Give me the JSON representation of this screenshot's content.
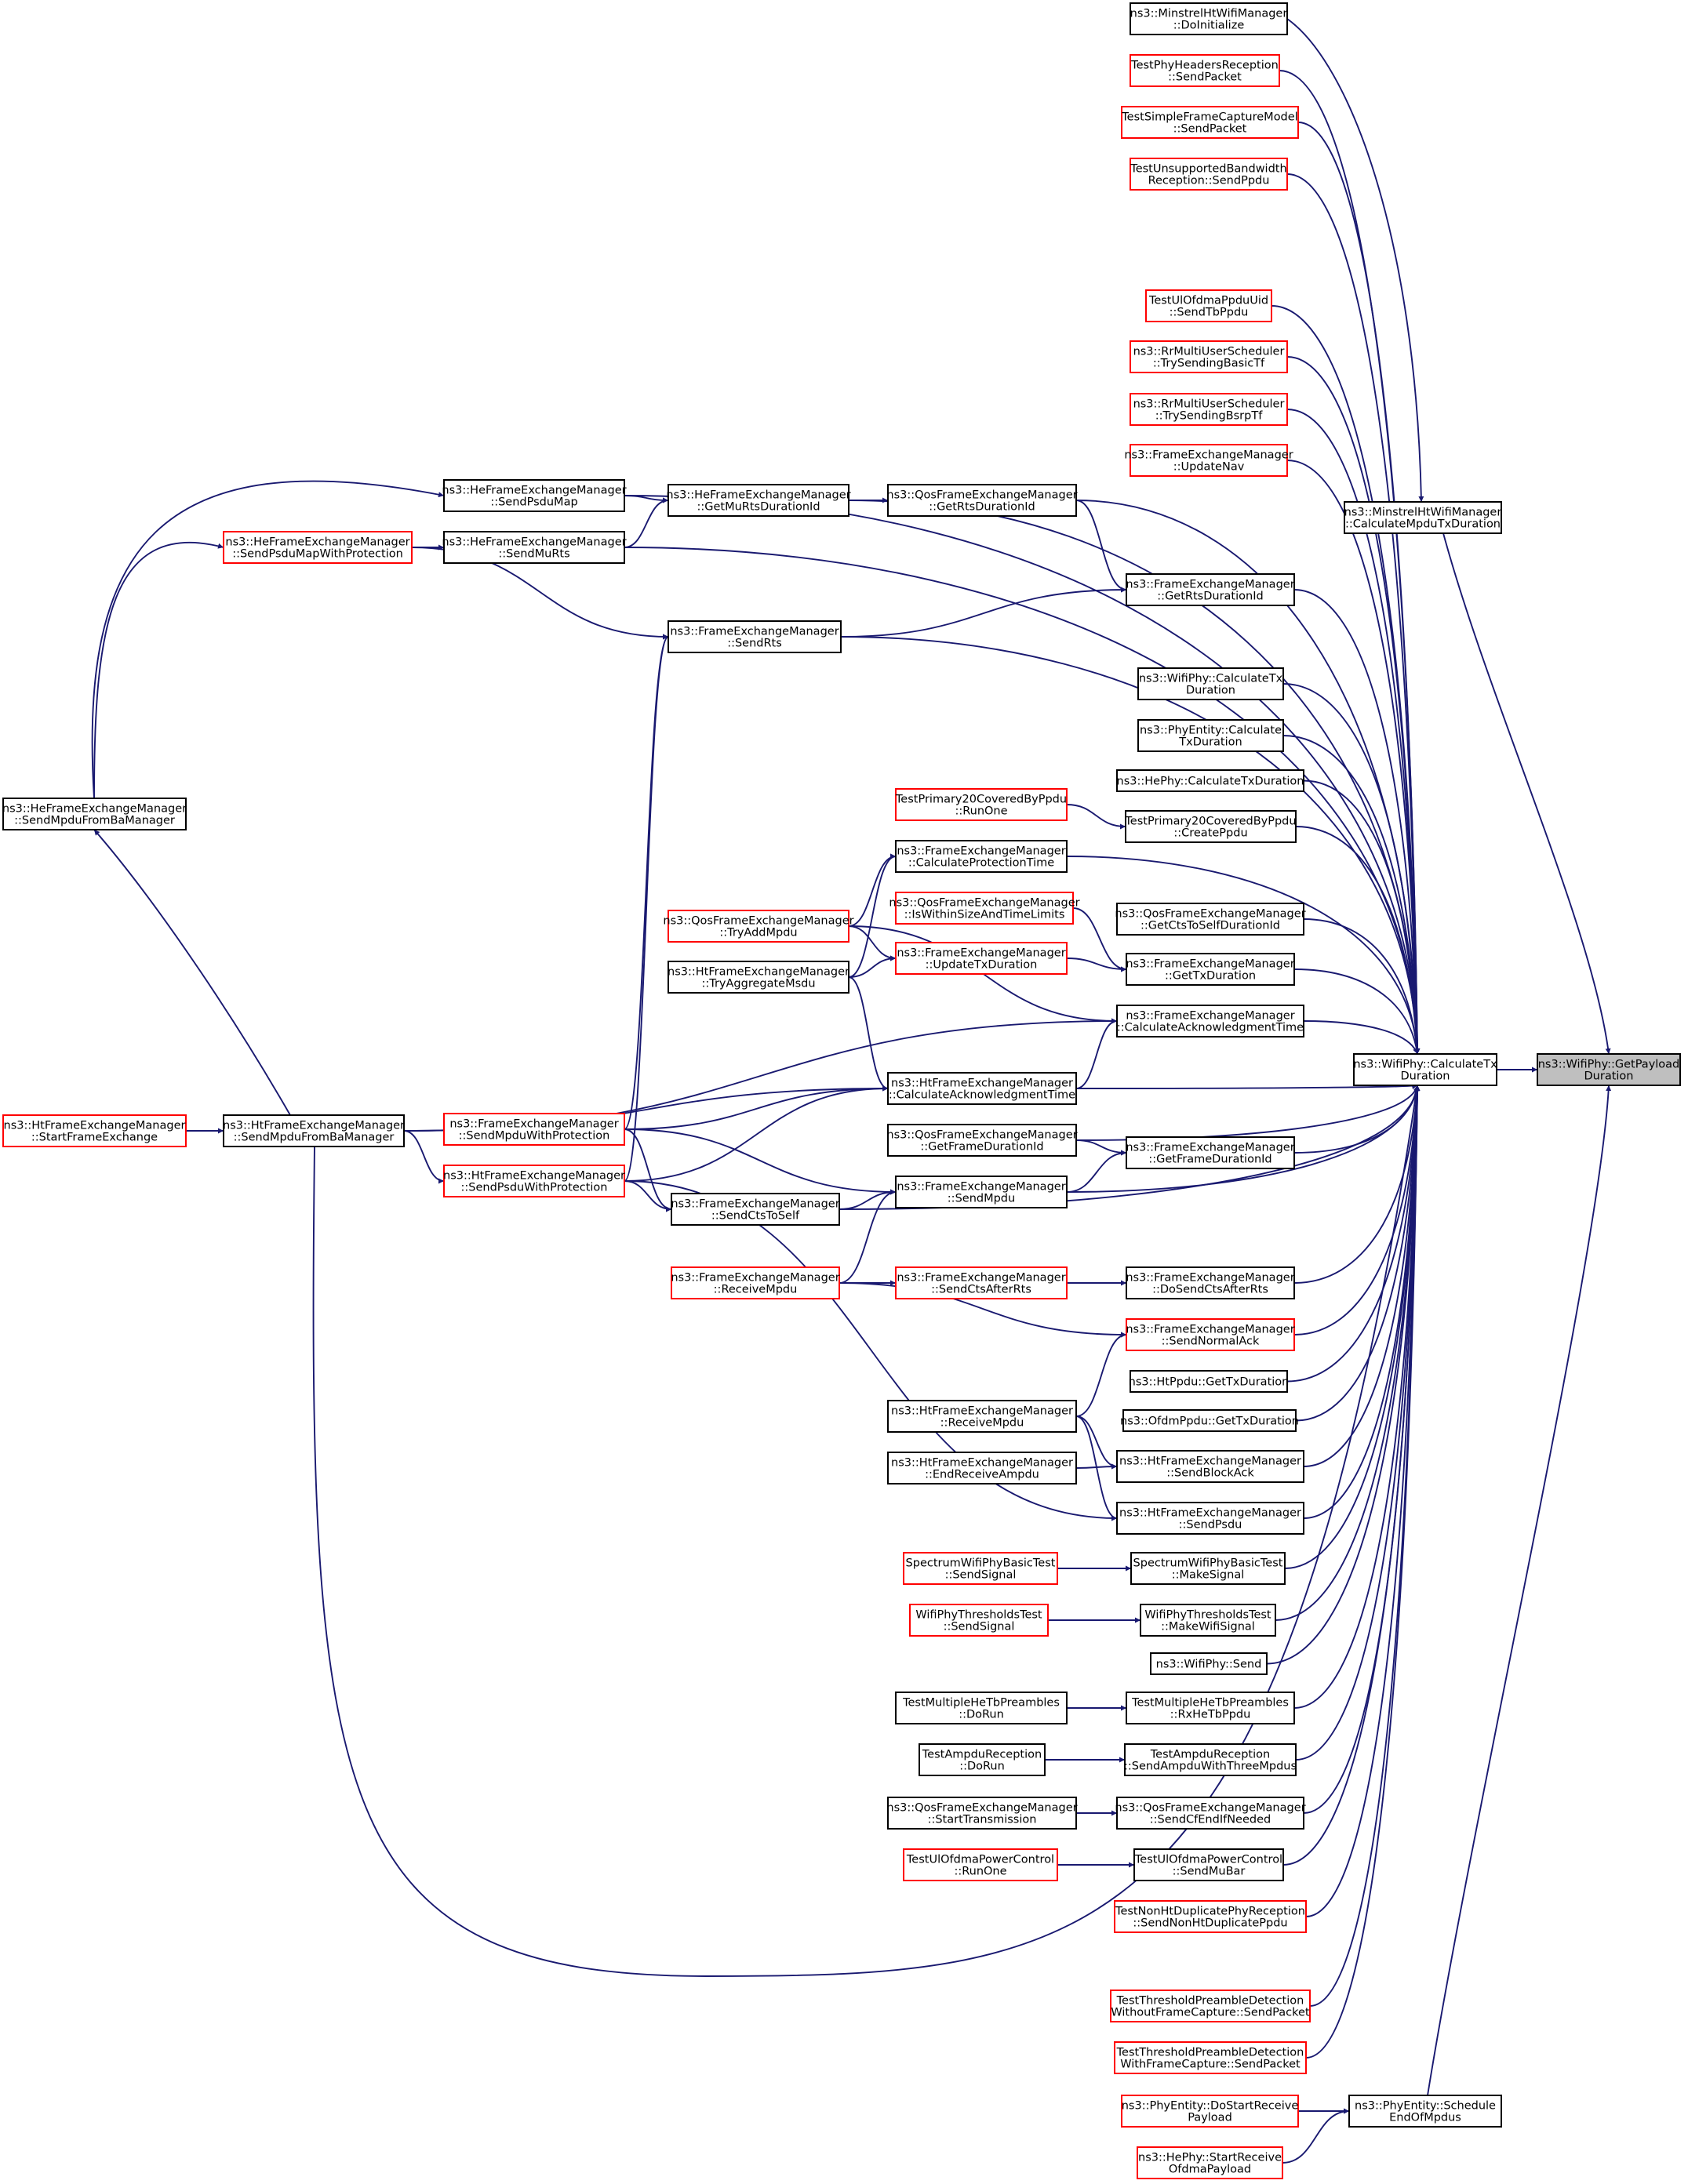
{
  "title": "",
  "colors": {
    "edge": "#191970",
    "node_border_black": "#000000",
    "node_border_red": "#ff0000",
    "root_fill": "#bfbfbf"
  },
  "nodes": [
    {
      "id": "root",
      "lines": [
        "ns3::WifiPhy::GetPayload",
        "Duration"
      ],
      "border": "root"
    },
    {
      "id": "calcTx",
      "lines": [
        "ns3::WifiPhy::CalculateTx",
        "Duration"
      ],
      "border": "black"
    },
    {
      "id": "minDoInit",
      "lines": [
        "ns3::MinstrelHtWifiManager",
        "::DoInitialize"
      ],
      "border": "black"
    },
    {
      "id": "minCalc",
      "lines": [
        "ns3::MinstrelHtWifiManager",
        "::CalculateMpduTxDuration"
      ],
      "border": "black"
    },
    {
      "id": "phyHeaders",
      "lines": [
        "TestPhyHeadersReception",
        "::SendPacket"
      ],
      "border": "red"
    },
    {
      "id": "simpleCapture",
      "lines": [
        "TestSimpleFrameCaptureModel",
        "::SendPacket"
      ],
      "border": "red"
    },
    {
      "id": "unsupBw",
      "lines": [
        "TestUnsupportedBandwidth",
        "Reception::SendPpdu"
      ],
      "border": "red"
    },
    {
      "id": "ulOfdmaUid",
      "lines": [
        "TestUlOfdmaPpduUid",
        "::SendTbPpdu"
      ],
      "border": "red"
    },
    {
      "id": "rrBasicTf",
      "lines": [
        "ns3::RrMultiUserScheduler",
        "::TrySendingBasicTf"
      ],
      "border": "red"
    },
    {
      "id": "rrBsrpTf",
      "lines": [
        "ns3::RrMultiUserScheduler",
        "::TrySendingBsrpTf"
      ],
      "border": "red"
    },
    {
      "id": "updateNav",
      "lines": [
        "ns3::FrameExchangeManager",
        "::UpdateNav"
      ],
      "border": "red"
    },
    {
      "id": "heSendPsduMap",
      "lines": [
        "ns3::HeFrameExchangeManager",
        "::SendPsduMap"
      ],
      "border": "black"
    },
    {
      "id": "heGetMuRts",
      "lines": [
        "ns3::HeFrameExchangeManager",
        "::GetMuRtsDurationId"
      ],
      "border": "black"
    },
    {
      "id": "qosGetRts",
      "lines": [
        "ns3::QosFrameExchangeManager",
        "::GetRtsDurationId"
      ],
      "border": "black"
    },
    {
      "id": "heSendPsduMapProt",
      "lines": [
        "ns3::HeFrameExchangeManager",
        "::SendPsduMapWithProtection"
      ],
      "border": "red"
    },
    {
      "id": "heSendMuRts",
      "lines": [
        "ns3::HeFrameExchangeManager",
        "::SendMuRts"
      ],
      "border": "black"
    },
    {
      "id": "femGetRts",
      "lines": [
        "ns3::FrameExchangeManager",
        "::GetRtsDurationId"
      ],
      "border": "black"
    },
    {
      "id": "femSendRts",
      "lines": [
        "ns3::FrameExchangeManager",
        "::SendRts"
      ],
      "border": "black"
    },
    {
      "id": "wifiPhyCalc",
      "lines": [
        "ns3::WifiPhy::CalculateTx",
        "Duration"
      ],
      "border": "black"
    },
    {
      "id": "phyEntityCalc",
      "lines": [
        "ns3::PhyEntity::Calculate",
        "TxDuration"
      ],
      "border": "black"
    },
    {
      "id": "hePhyCalc",
      "lines": [
        "ns3::HePhy::CalculateTxDuration"
      ],
      "border": "black"
    },
    {
      "id": "primRunOne",
      "lines": [
        "TestPrimary20CoveredByPpdu",
        "::RunOne"
      ],
      "border": "red"
    },
    {
      "id": "primCreate",
      "lines": [
        "TestPrimary20CoveredByPpdu",
        "::CreatePpdu"
      ],
      "border": "black"
    },
    {
      "id": "heSendMpduFromBa",
      "lines": [
        "ns3::HeFrameExchangeManager",
        "::SendMpduFromBaManager"
      ],
      "border": "black"
    },
    {
      "id": "femCalcProt",
      "lines": [
        "ns3::FrameExchangeManager",
        "::CalculateProtectionTime"
      ],
      "border": "black"
    },
    {
      "id": "qosIsWithin",
      "lines": [
        "ns3::QosFrameExchangeManager",
        "::IsWithinSizeAndTimeLimits"
      ],
      "border": "red"
    },
    {
      "id": "qosGetCts",
      "lines": [
        "ns3::QosFrameExchangeManager",
        "::GetCtsToSelfDurationId"
      ],
      "border": "black"
    },
    {
      "id": "qosTryAdd",
      "lines": [
        "ns3::QosFrameExchangeManager",
        "::TryAddMpdu"
      ],
      "border": "red"
    },
    {
      "id": "femUpdateTx",
      "lines": [
        "ns3::FrameExchangeManager",
        "::UpdateTxDuration"
      ],
      "border": "red"
    },
    {
      "id": "femGetTx",
      "lines": [
        "ns3::FrameExchangeManager",
        "::GetTxDuration"
      ],
      "border": "black"
    },
    {
      "id": "htTryAgg",
      "lines": [
        "ns3::HtFrameExchangeManager",
        "::TryAggregateMsdu"
      ],
      "border": "black"
    },
    {
      "id": "femCalcAck",
      "lines": [
        "ns3::FrameExchangeManager",
        "::CalculateAcknowledgmentTime"
      ],
      "border": "black"
    },
    {
      "id": "htStartFE",
      "lines": [
        "ns3::HtFrameExchangeManager",
        "::StartFrameExchange"
      ],
      "border": "red"
    },
    {
      "id": "htSendMpduFromBa",
      "lines": [
        "ns3::HtFrameExchangeManager",
        "::SendMpduFromBaManager"
      ],
      "border": "black"
    },
    {
      "id": "femSendMpduProt",
      "lines": [
        "ns3::FrameExchangeManager",
        "::SendMpduWithProtection"
      ],
      "border": "red"
    },
    {
      "id": "htCalcAck",
      "lines": [
        "ns3::HtFrameExchangeManager",
        "::CalculateAcknowledgmentTime"
      ],
      "border": "black"
    },
    {
      "id": "qosGetFrame",
      "lines": [
        "ns3::QosFrameExchangeManager",
        "::GetFrameDurationId"
      ],
      "border": "black"
    },
    {
      "id": "femGetFrame",
      "lines": [
        "ns3::FrameExchangeManager",
        "::GetFrameDurationId"
      ],
      "border": "black"
    },
    {
      "id": "htSendPsduProt",
      "lines": [
        "ns3::HtFrameExchangeManager",
        "::SendPsduWithProtection"
      ],
      "border": "red"
    },
    {
      "id": "femSendMpdu",
      "lines": [
        "ns3::FrameExchangeManager",
        "::SendMpdu"
      ],
      "border": "black"
    },
    {
      "id": "femSendCts",
      "lines": [
        "ns3::FrameExchangeManager",
        "::SendCtsToSelf"
      ],
      "border": "black"
    },
    {
      "id": "femReceive",
      "lines": [
        "ns3::FrameExchangeManager",
        "::ReceiveMpdu"
      ],
      "border": "red"
    },
    {
      "id": "femSendCtsAfter",
      "lines": [
        "ns3::FrameExchangeManager",
        "::SendCtsAfterRts"
      ],
      "border": "red"
    },
    {
      "id": "femDoSendCts",
      "lines": [
        "ns3::FrameExchangeManager",
        "::DoSendCtsAfterRts"
      ],
      "border": "black"
    },
    {
      "id": "femSendNormalAck",
      "lines": [
        "ns3::FrameExchangeManager",
        "::SendNormalAck"
      ],
      "border": "red"
    },
    {
      "id": "htPpduGetTx",
      "lines": [
        "ns3::HtPpdu::GetTxDuration"
      ],
      "border": "black"
    },
    {
      "id": "htReceive",
      "lines": [
        "ns3::HtFrameExchangeManager",
        "::ReceiveMpdu"
      ],
      "border": "black"
    },
    {
      "id": "ofdmPpduGetTx",
      "lines": [
        "ns3::OfdmPpdu::GetTxDuration"
      ],
      "border": "black"
    },
    {
      "id": "htEndReceive",
      "lines": [
        "ns3::HtFrameExchangeManager",
        "::EndReceiveAmpdu"
      ],
      "border": "black"
    },
    {
      "id": "htSendBlockAck",
      "lines": [
        "ns3::HtFrameExchangeManager",
        "::SendBlockAck"
      ],
      "border": "black"
    },
    {
      "id": "htSendPsdu",
      "lines": [
        "ns3::HtFrameExchangeManager",
        "::SendPsdu"
      ],
      "border": "black"
    },
    {
      "id": "specSendSignal",
      "lines": [
        "SpectrumWifiPhyBasicTest",
        "::SendSignal"
      ],
      "border": "red"
    },
    {
      "id": "specMakeSignal",
      "lines": [
        "SpectrumWifiPhyBasicTest",
        "::MakeSignal"
      ],
      "border": "black"
    },
    {
      "id": "threshSendSignal",
      "lines": [
        "WifiPhyThresholdsTest",
        "::SendSignal"
      ],
      "border": "red"
    },
    {
      "id": "threshMakeSignal",
      "lines": [
        "WifiPhyThresholdsTest",
        "::MakeWifiSignal"
      ],
      "border": "black"
    },
    {
      "id": "wifiPhySend",
      "lines": [
        "ns3::WifiPhy::Send"
      ],
      "border": "black"
    },
    {
      "id": "multiHeDoRun",
      "lines": [
        "TestMultipleHeTbPreambles",
        "::DoRun"
      ],
      "border": "black"
    },
    {
      "id": "multiHeRx",
      "lines": [
        "TestMultipleHeTbPreambles",
        "::RxHeTbPpdu"
      ],
      "border": "black"
    },
    {
      "id": "ampduDoRun",
      "lines": [
        "TestAmpduReception",
        "::DoRun"
      ],
      "border": "black"
    },
    {
      "id": "ampduSend3",
      "lines": [
        "TestAmpduReception",
        "::SendAmpduWithThreeMpdus"
      ],
      "border": "black"
    },
    {
      "id": "qosStartTx",
      "lines": [
        "ns3::QosFrameExchangeManager",
        "::StartTransmission"
      ],
      "border": "black"
    },
    {
      "id": "qosSendCfEnd",
      "lines": [
        "ns3::QosFrameExchangeManager",
        "::SendCfEndIfNeeded"
      ],
      "border": "black"
    },
    {
      "id": "ulPowerRunOne",
      "lines": [
        "TestUlOfdmaPowerControl",
        "::RunOne"
      ],
      "border": "red"
    },
    {
      "id": "ulPowerSendMuBar",
      "lines": [
        "TestUlOfdmaPowerControl",
        "::SendMuBar"
      ],
      "border": "black"
    },
    {
      "id": "nonHtDup",
      "lines": [
        "TestNonHtDuplicatePhyReception",
        "::SendNonHtDuplicatePpdu"
      ],
      "border": "red"
    },
    {
      "id": "threshNoCapture",
      "lines": [
        "TestThresholdPreambleDetection",
        "WithoutFrameCapture::SendPacket"
      ],
      "border": "red"
    },
    {
      "id": "threshWithCapture",
      "lines": [
        "TestThresholdPreambleDetection",
        "WithFrameCapture::SendPacket"
      ],
      "border": "red"
    },
    {
      "id": "phyEntitySched",
      "lines": [
        "ns3::PhyEntity::Schedule",
        "EndOfMpdus"
      ],
      "border": "black"
    },
    {
      "id": "phyEntityDoStart",
      "lines": [
        "ns3::PhyEntity::DoStartReceive",
        "Payload"
      ],
      "border": "red"
    },
    {
      "id": "hePhyStart",
      "lines": [
        "ns3::HePhy::StartReceive",
        "OfdmaPayload"
      ],
      "border": "red"
    }
  ]
}
